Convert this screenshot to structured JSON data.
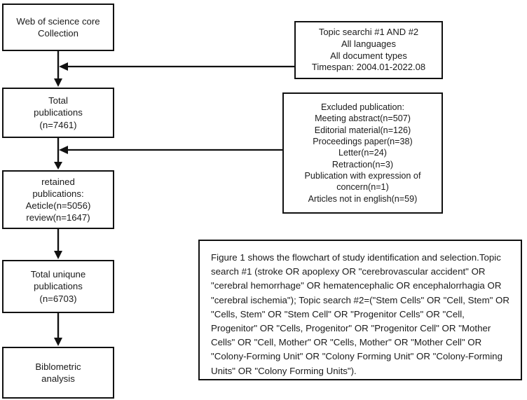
{
  "figure": {
    "type": "flowchart",
    "title": "Study identification and selection flowchart",
    "orientation": "top-to-bottom",
    "colors": {
      "stroke": "#111111",
      "text": "#1a1a1a",
      "background": "#ffffff"
    }
  },
  "nodes": {
    "source": {
      "id": "web-of-science-core-collection",
      "text": "Web of science core\nCollection"
    },
    "total_publications": {
      "id": "total-publications",
      "text": "Total\npublications\n(n=7461)",
      "count": 7461
    },
    "retained_publications": {
      "id": "retained-publications",
      "text": "retained\npublications:\nAeticle(n=5056)\nreview(n=1647)",
      "article_count": 5056,
      "review_count": 1647
    },
    "unique_publications": {
      "id": "total-unique-publications",
      "text": "Total uniqune\npublications\n(n=6703)",
      "count": 6703
    },
    "analysis": {
      "id": "bibliometric-analysis",
      "text": "Biblometric\nanalysis"
    }
  },
  "annotations": {
    "topic_search": {
      "id": "topic-search-criteria",
      "lines": [
        "Topic searchi #1 AND #2",
        "All languages",
        "All document types",
        "Timespan: 2004.01-2022.08"
      ],
      "text": "Topic searchi #1 AND #2\nAll languages\nAll document types\nTimespan: 2004.01-2022.08"
    },
    "excluded": {
      "id": "excluded-publications",
      "heading": "Excluded publication:",
      "items": [
        {
          "label": "Meeting abstract",
          "n": 507,
          "text": "Meeting abstract(n=507)"
        },
        {
          "label": "Editorial material",
          "n": 126,
          "text": "Editorial material(n=126)"
        },
        {
          "label": "Proceedings paper",
          "n": 38,
          "text": "Proceedings paper(n=38)"
        },
        {
          "label": "Letter",
          "n": 24,
          "text": "Letter(n=24)"
        },
        {
          "label": "Retraction",
          "n": 3,
          "text": "Retraction(n=3)"
        },
        {
          "label": "Publication with expression of concern",
          "n": 1,
          "text": "Publication with expression of\nconcern(n=1)"
        },
        {
          "label": "Articles not in english",
          "n": 59,
          "text": "Articles not in english(n=59)"
        }
      ],
      "text": "Excluded publication:\nMeeting abstract(n=507)\nEditorial material(n=126)\nProceedings paper(n=38)\nLetter(n=24)\nRetraction(n=3)\nPublication with expression of\nconcern(n=1)\nArticles not in english(n=59)"
    },
    "caption": {
      "id": "figure-caption",
      "text": "Figure 1 shows the flowchart of study identification and selection.Topic search #1  (stroke OR apoplexy OR \"cerebrovascular accident\" OR \"cerebral hemorrhage\" OR hematencephalic OR encephalorrhagia OR \"cerebral ischemia\");  Topic search #2=(\"Stem Cells\" OR \"Cell, Stem\" OR \"Cells, Stem\" OR \"Stem Cell\" OR \"Progenitor Cells\" OR \"Cell, Progenitor\" OR \"Cells, Progenitor\" OR \"Progenitor Cell\" OR \"Mother Cells\" OR \"Cell, Mother\" OR \"Cells, Mother\" OR \"Mother Cell\" OR \"Colony-Forming Unit\" OR \"Colony Forming Unit\" OR \"Colony-Forming Units\" OR \"Colony Forming Units\")."
    }
  },
  "connectors": [
    {
      "id": "source-to-total",
      "from": "source",
      "to": "total_publications",
      "kind": "vertical-arrow"
    },
    {
      "id": "topic-search-to-flow",
      "from": "topic_search",
      "to": "source-to-total",
      "kind": "horizontal-arrow-left"
    },
    {
      "id": "total-to-retained",
      "from": "total_publications",
      "to": "retained_publications",
      "kind": "vertical-arrow"
    },
    {
      "id": "excluded-to-flow",
      "from": "excluded",
      "to": "total-to-retained",
      "kind": "horizontal-arrow-left"
    },
    {
      "id": "retained-to-unique",
      "from": "retained_publications",
      "to": "unique_publications",
      "kind": "vertical-arrow"
    },
    {
      "id": "unique-to-analysis",
      "from": "unique_publications",
      "to": "analysis",
      "kind": "vertical-arrow"
    }
  ]
}
